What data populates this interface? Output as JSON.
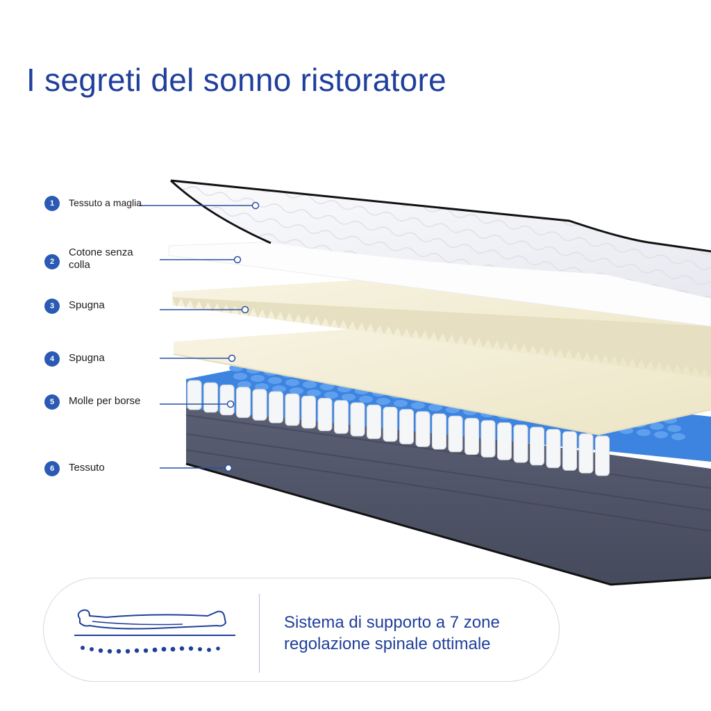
{
  "title": "I segreti del sonno ristoratore",
  "layers": [
    {
      "number": "1",
      "label": "Tessuto a maglia"
    },
    {
      "number": "2",
      "label": "Cotone senza colla"
    },
    {
      "number": "3",
      "label": "Spugna"
    },
    {
      "number": "4",
      "label": "Spugna"
    },
    {
      "number": "5",
      "label": "Molle per borse"
    },
    {
      "number": "6",
      "label": "Tessuto"
    }
  ],
  "feature": {
    "line1": "Sistema di supporto a 7 zone",
    "line2": "regolazione spinale ottimale",
    "icon": "body-support-zones-icon"
  },
  "colors": {
    "accent": "#1f3f9a",
    "badge": "#2a5ab3",
    "pocket_springs_blue": "#3d84e0",
    "base_fabric": "#4e5366",
    "foam": "#f4efd8"
  }
}
